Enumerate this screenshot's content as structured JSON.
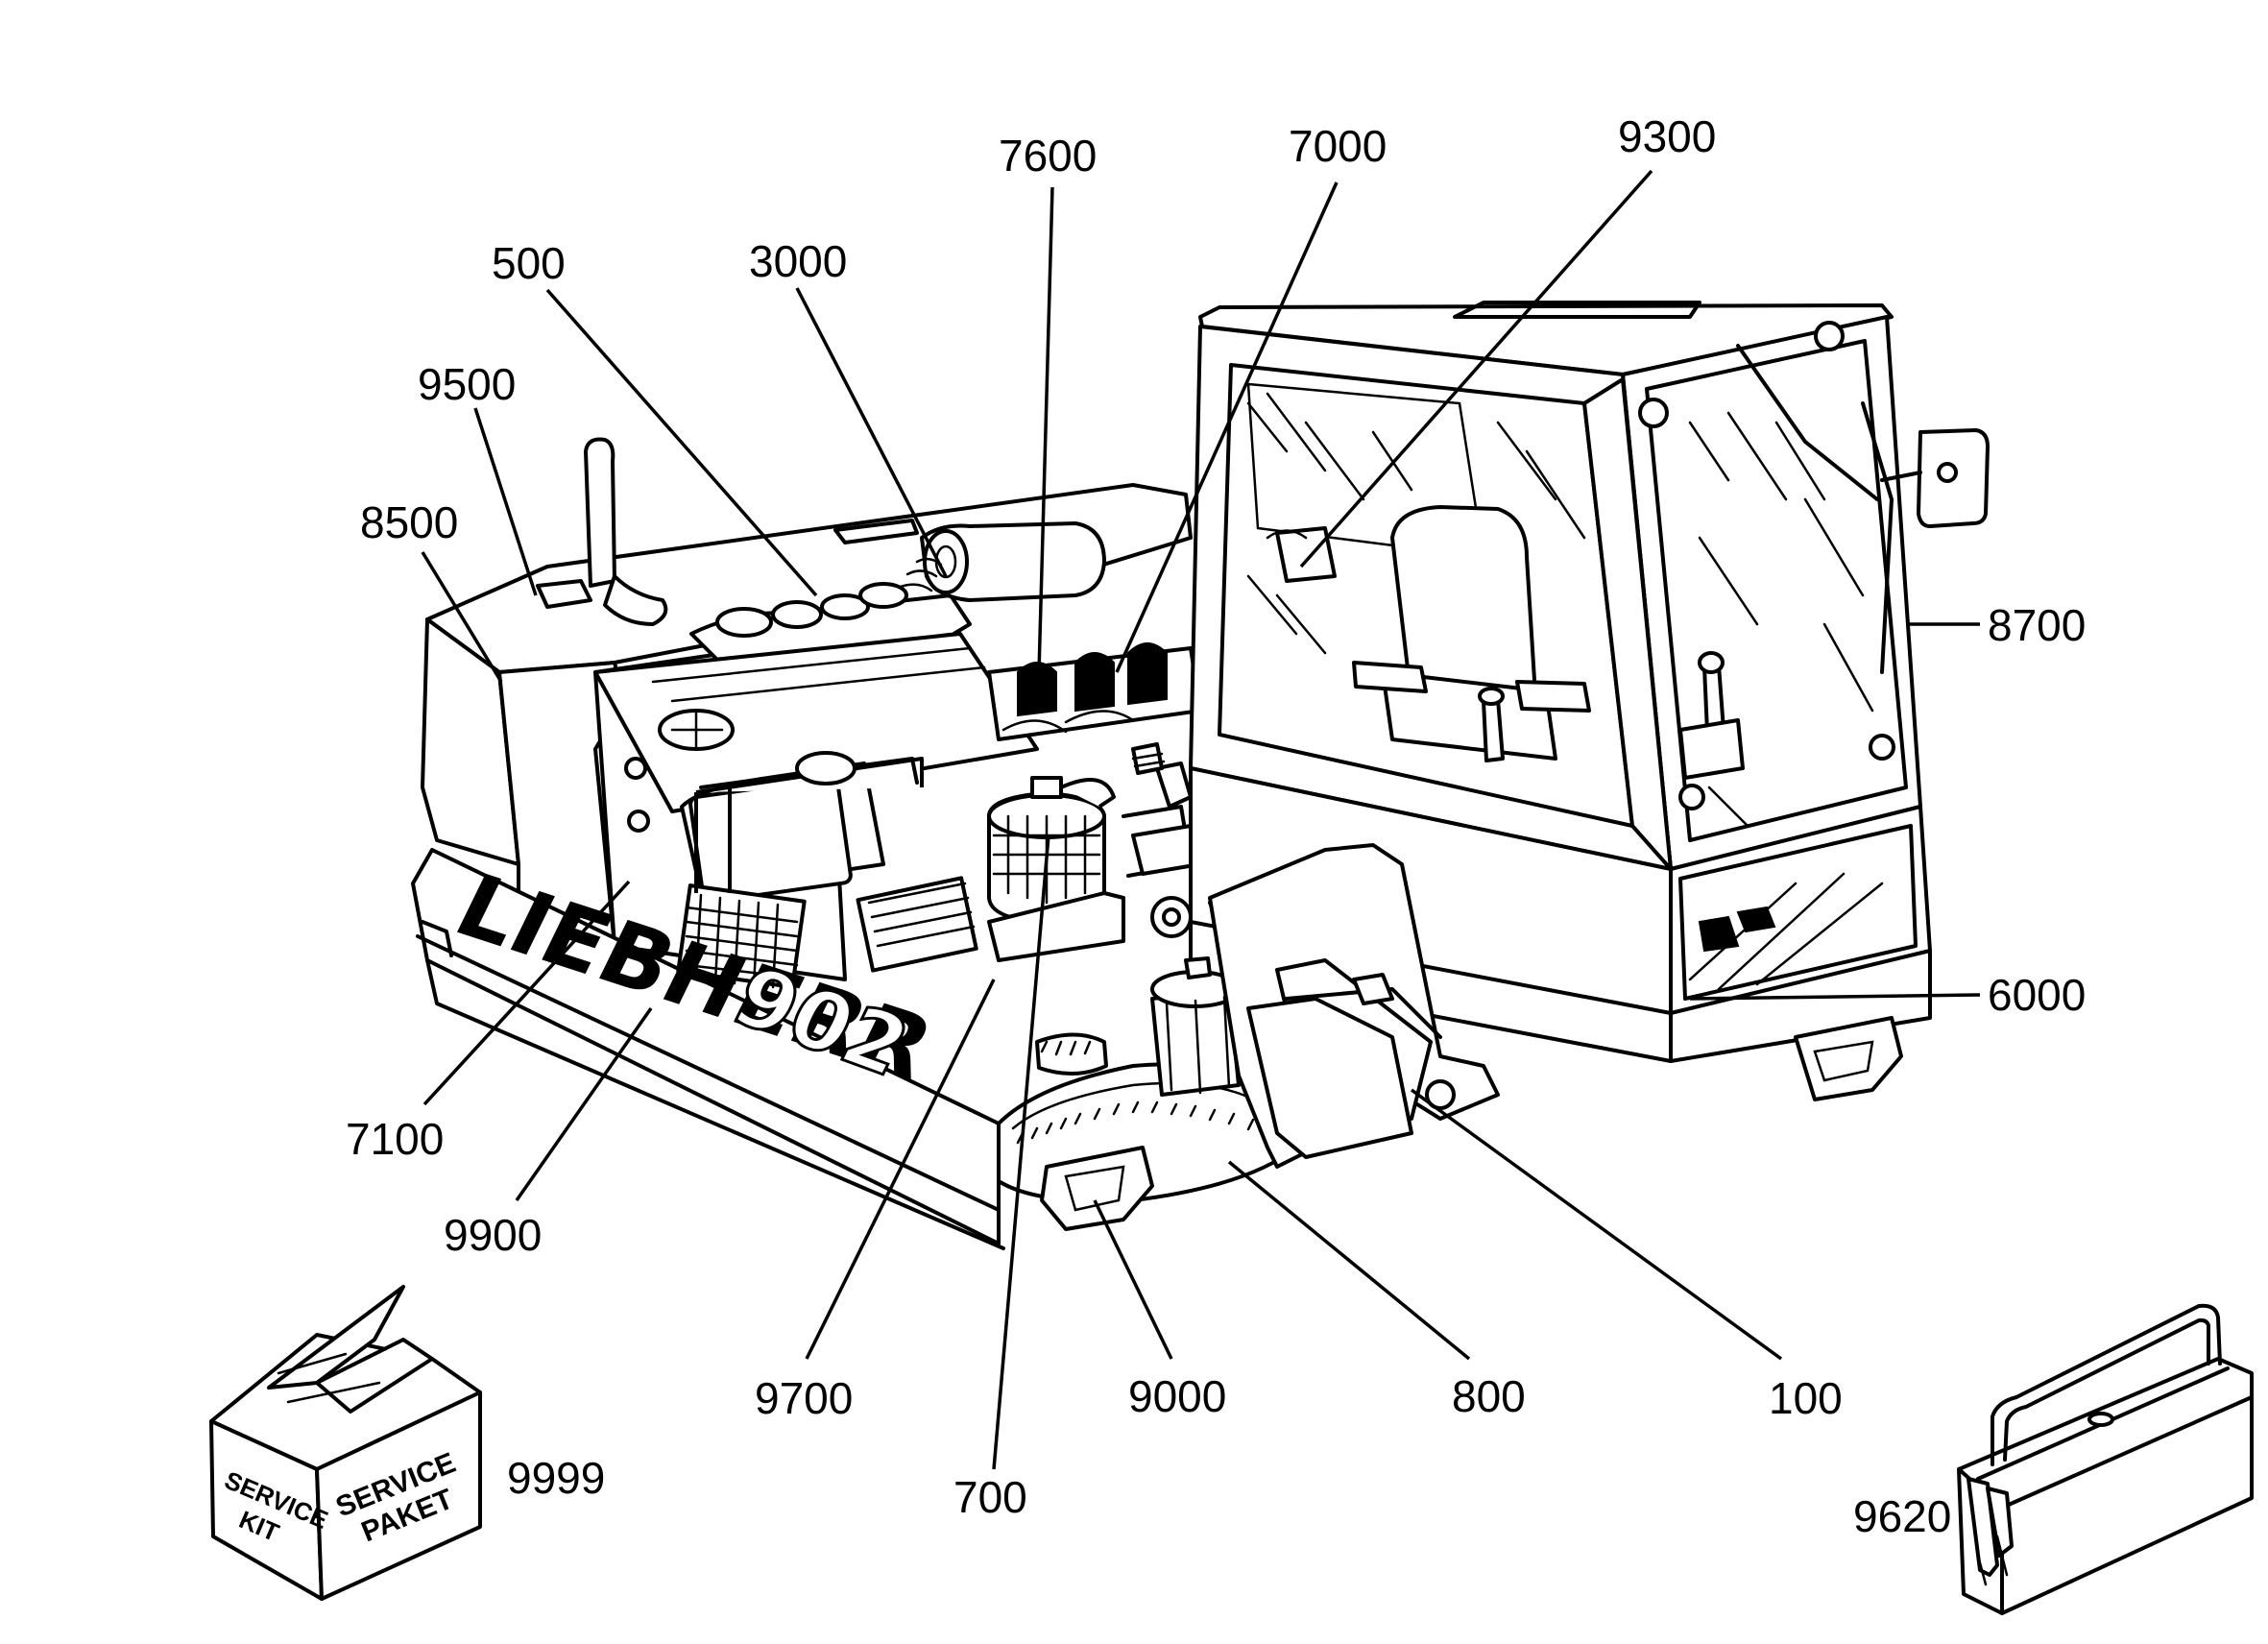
{
  "diagram": {
    "brand_text": "LIEBHERR",
    "model_text": "902",
    "service_box": {
      "left_face": [
        "SERVICE",
        "KIT"
      ],
      "right_face": [
        "SERVICE",
        "PAKET"
      ]
    },
    "callouts": {
      "c7600": "7600",
      "c7000": "7000",
      "c9300": "9300",
      "c500": "500",
      "c3000": "3000",
      "c9500": "9500",
      "c8500": "8500",
      "c8700": "8700",
      "c6000": "6000",
      "c7100": "7100",
      "c9900": "9900",
      "c9700": "9700",
      "c9000": "9000",
      "c800": "800",
      "c100": "100",
      "c700": "700",
      "c9999": "9999",
      "c9620": "9620"
    }
  }
}
